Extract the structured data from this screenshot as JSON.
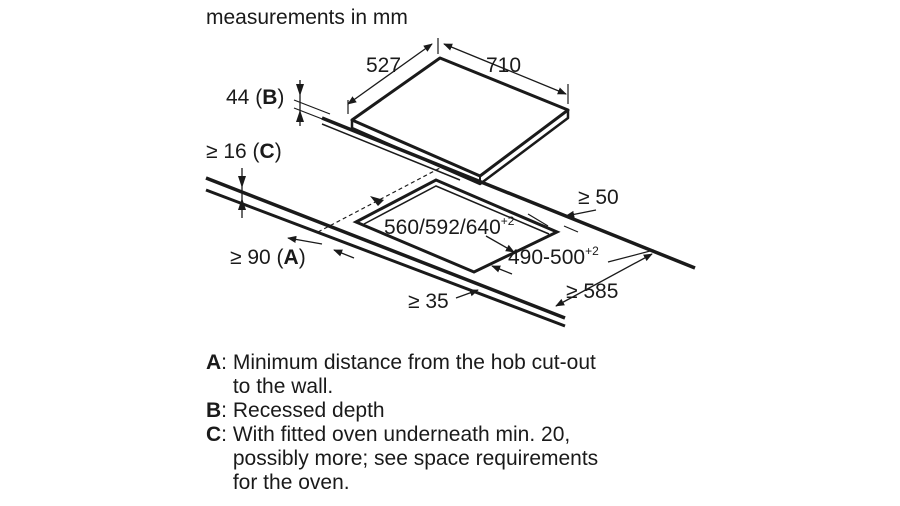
{
  "header": {
    "title": "measurements in mm"
  },
  "dimensions": {
    "hob_depth": "527",
    "hob_width": "710",
    "recess_value": "44 (",
    "recess_key": "B",
    "recess_close": ")",
    "gap_prefix": "≥ 16 (",
    "gap_key": "C",
    "gap_close": ")",
    "cutout_width": "560/592/640",
    "cutout_width_tol": "+2",
    "cutout_depth": "490-500",
    "cutout_depth_tol": "+2",
    "back_clearance": "≥ 50",
    "wall_prefix": "≥ 90 (",
    "wall_key": "A",
    "wall_close": ")",
    "front_clearance": "≥ 35",
    "worktop_depth": "≥ 585"
  },
  "legend": [
    {
      "key": "A",
      "text": "Minimum distance from the hob cut-out\nto the wall."
    },
    {
      "key": "B",
      "text": "Recessed depth"
    },
    {
      "key": "C",
      "text": "With fitted oven underneath min. 20,\npossibly more; see space requirements\nfor the oven."
    }
  ],
  "colors": {
    "line": "#1a1a1a",
    "background": "#ffffff"
  }
}
